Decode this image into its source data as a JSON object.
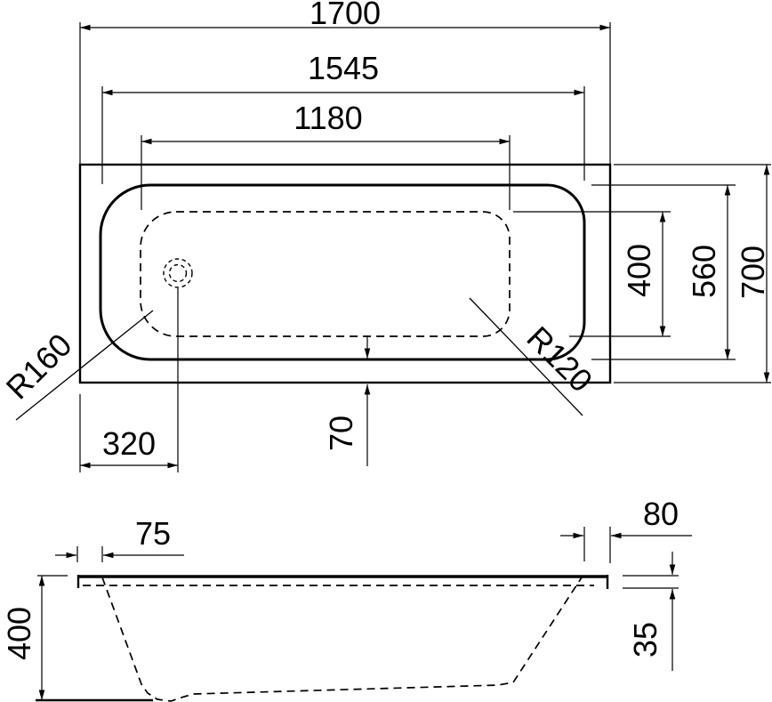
{
  "drawing": {
    "subject": "Bathtub dimensional drawing",
    "units": "mm",
    "colors": {
      "line": "#000000",
      "background": "#ffffff"
    },
    "plan_view": {
      "dims": {
        "overall_length": "1700",
        "rim_length": "1545",
        "basin_length": "1180",
        "basin_width": "400",
        "rim_width": "560",
        "overall_width": "700",
        "corner_radius_left": "R160",
        "corner_radius_right": "R120",
        "drain_offset": "320",
        "rim_edge_gap": "70"
      }
    },
    "section_view": {
      "dims": {
        "flange_left": "75",
        "flange_right": "80",
        "depth": "400",
        "rim_drop": "35"
      }
    }
  }
}
